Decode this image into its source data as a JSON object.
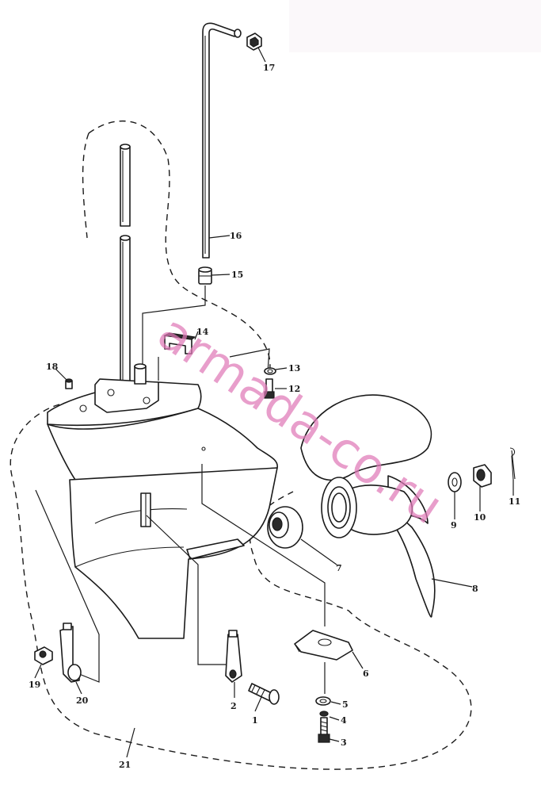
{
  "watermark": "armada-co.ru",
  "callouts": {
    "c1": "1",
    "c2": "2",
    "c3": "3",
    "c4": "4",
    "c5": "5",
    "c6": "6",
    "c7": "7",
    "c8": "8",
    "c9": "9",
    "c10": "10",
    "c11": "11",
    "c12": "12",
    "c13": "13",
    "c14": "14",
    "c15": "15",
    "c16": "16",
    "c17": "17",
    "c18": "18",
    "c19": "19",
    "c20": "20",
    "c21": "21"
  }
}
